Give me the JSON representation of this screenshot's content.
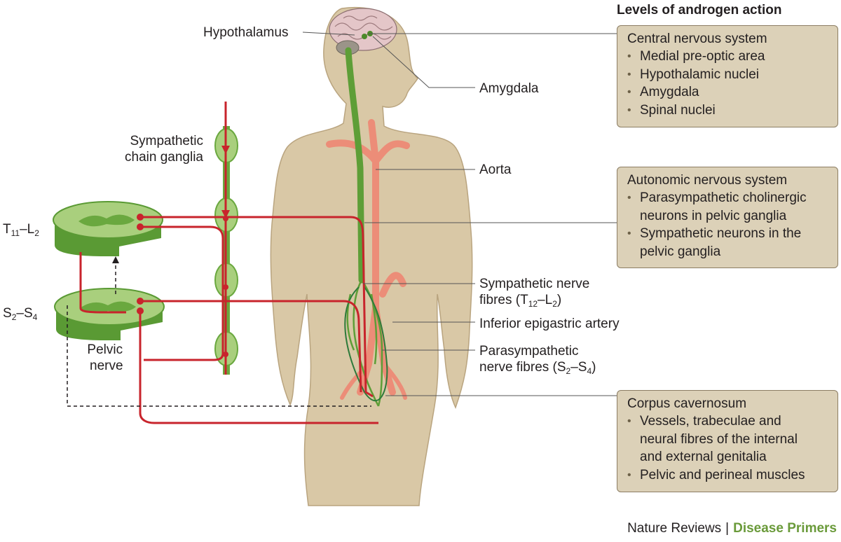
{
  "colors": {
    "skin": "#d9c8a6",
    "nerve_red": "#c8242c",
    "nerve_green": "#5e9e37",
    "artery": "#ec8d78",
    "box_fill": "#dcd1b8"
  },
  "labels": {
    "hypothalamus": "Hypothalamus",
    "amygdala": "Amygdala",
    "aorta": "Aorta",
    "sympathetic_chain_line1": "Sympathetic",
    "sympathetic_chain_line2": "chain ganglia",
    "t11_l2": {
      "a": "T",
      "a_sub": "11",
      "b": "–L",
      "b_sub": "2"
    },
    "s2_s4": {
      "a": "S",
      "a_sub": "2",
      "b": "–S",
      "b_sub": "4"
    },
    "pelvic_line1": "Pelvic",
    "pelvic_line2": "nerve",
    "symp_fibres_line1": "Sympathetic nerve",
    "symp_fibres_line2": {
      "pre": "fibres (T",
      "sub1": "12",
      "mid": "–L",
      "sub2": "2",
      "post": ")"
    },
    "inferior_epigastric": "Inferior epigastric artery",
    "parasymp_line1": "Parasympathetic",
    "parasymp_line2": {
      "pre": "nerve fibres (S",
      "sub1": "2",
      "mid": "–S",
      "sub2": "4",
      "post": ")"
    }
  },
  "levels_heading": "Levels of androgen action",
  "boxes": {
    "cns": {
      "title": "Central nervous system",
      "items": [
        "Medial pre-optic area",
        "Hypothalamic nuclei",
        "Amygdala",
        "Spinal nuclei"
      ]
    },
    "ans": {
      "title": "Autonomic nervous system",
      "items": [
        "Parasympathetic cholinergic",
        "neurons in pelvic ganglia",
        "Sympathetic neurons in the",
        "pelvic ganglia"
      ]
    },
    "cc": {
      "title": "Corpus cavernosum",
      "items": [
        "Vessels, trabeculae and",
        "neural fibres of the internal",
        "and external genitalia",
        "Pelvic and perineal muscles"
      ]
    }
  },
  "footer": {
    "journal": "Nature Reviews",
    "separator": "|",
    "series": "Disease Primers"
  }
}
